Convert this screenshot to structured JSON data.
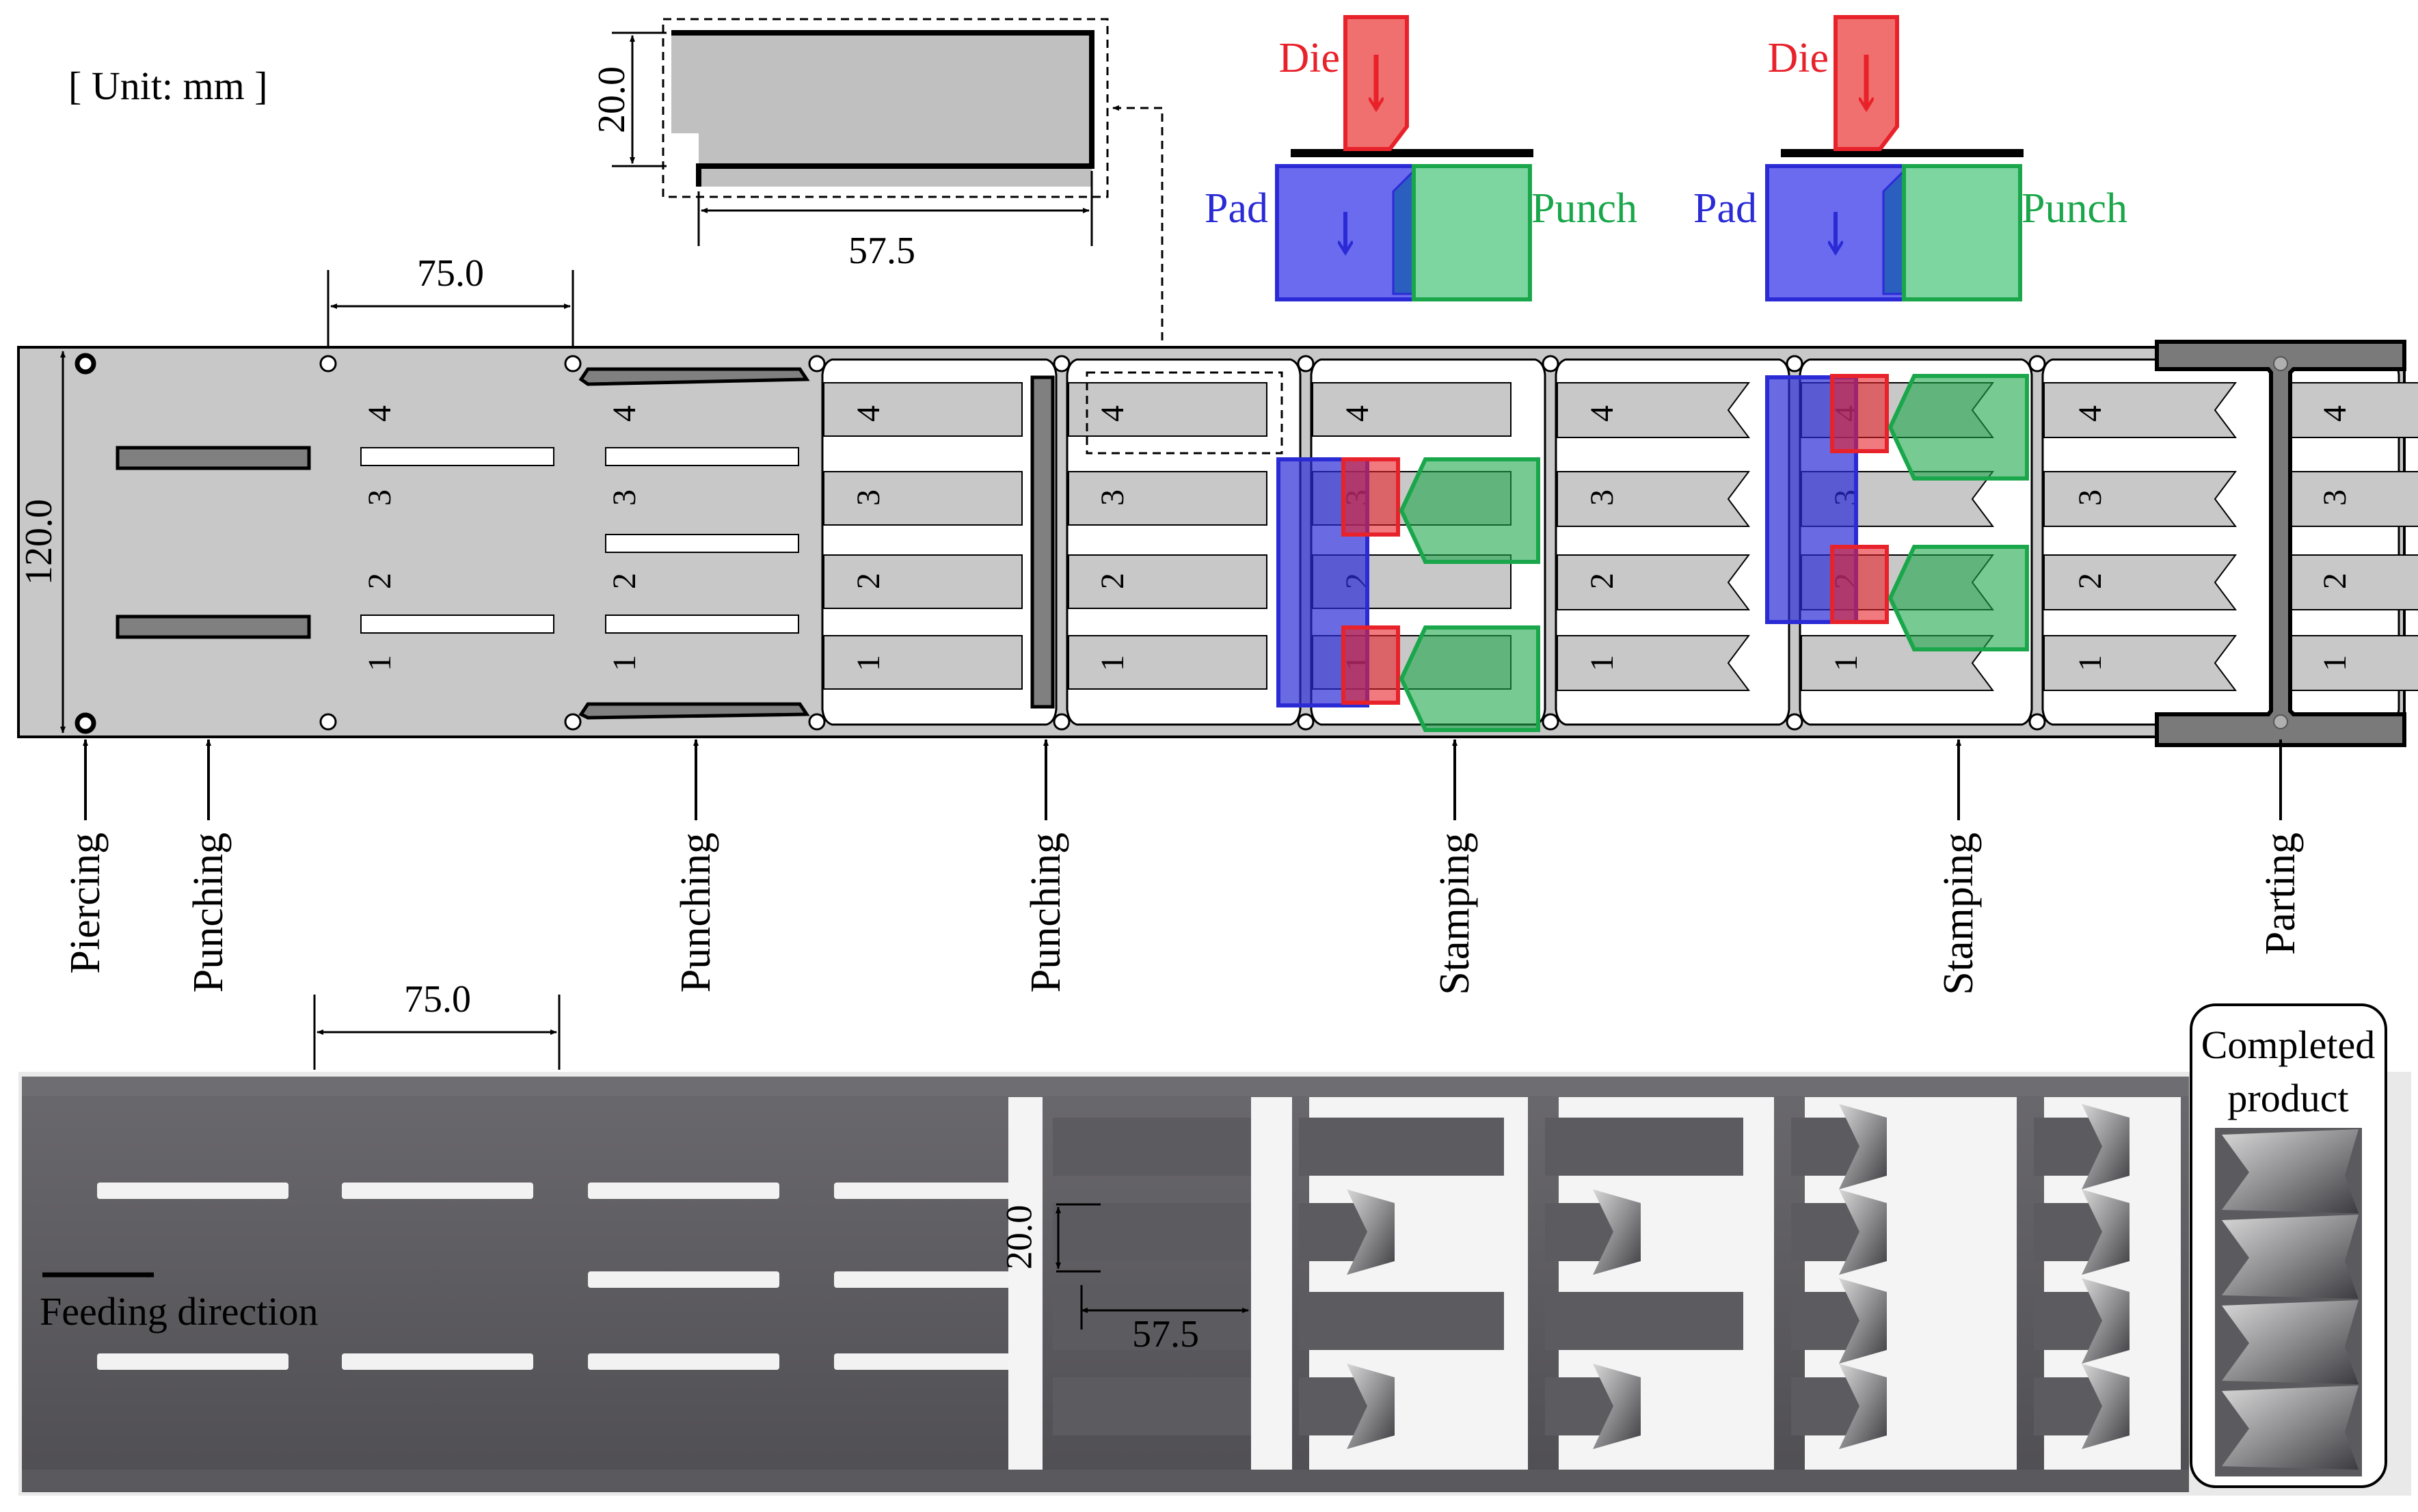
{
  "unit_note": "[ Unit: mm ]",
  "dimensions": {
    "pitch": "75.0",
    "strip_width": "120.0",
    "detail_height": "20.0",
    "detail_length": "57.5",
    "photo_pitch": "75.0",
    "photo_height": "20.0",
    "photo_length": "57.5"
  },
  "slot_numbers": [
    "1",
    "2",
    "3",
    "4"
  ],
  "processes": [
    "Piercing",
    "Punching",
    "Punching",
    "Punching",
    "Stamping",
    "Stamping",
    "Parting"
  ],
  "tooling": {
    "die": "Die",
    "pad": "Pad",
    "punch": "Punch"
  },
  "photo": {
    "feeding_direction": "Feeding direction",
    "completed_product": [
      "Completed",
      "product"
    ]
  },
  "colors": {
    "die": "#e8222a",
    "pad": "#2b2bd6",
    "punch": "#1aa64a",
    "strip": "#c8c8c8",
    "photo_strip": "#57565a"
  }
}
